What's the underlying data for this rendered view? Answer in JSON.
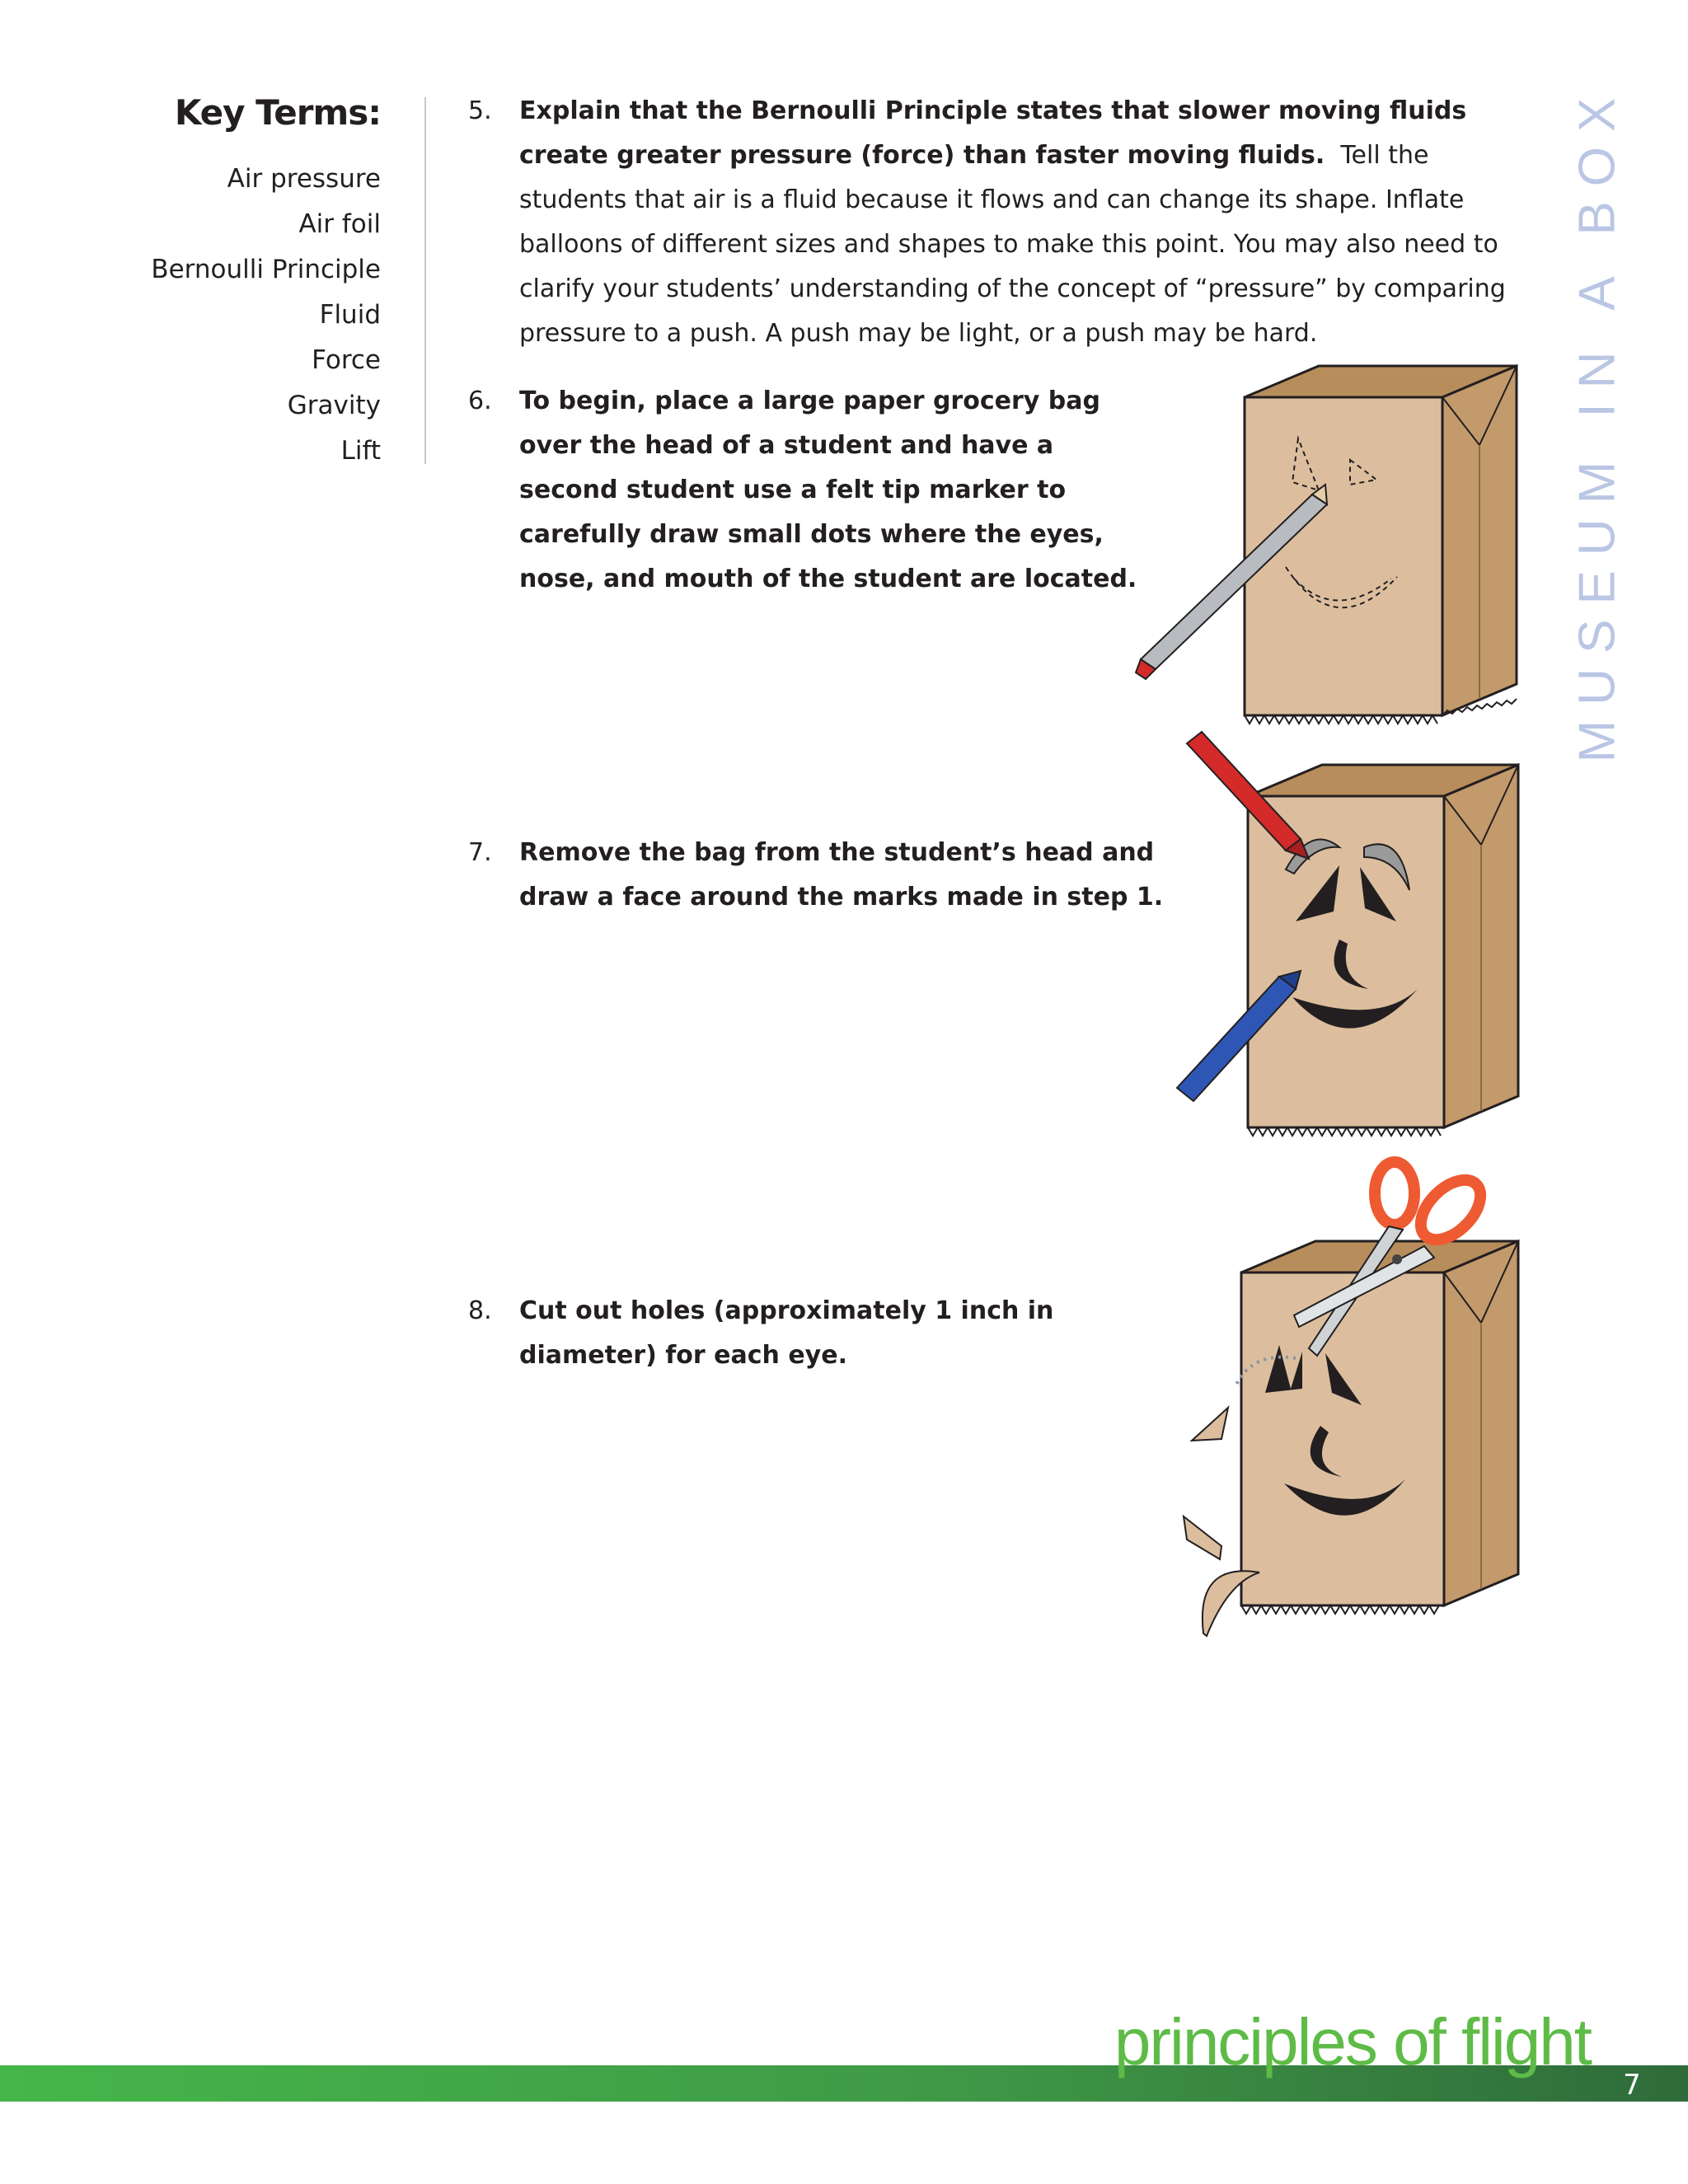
{
  "key_terms": {
    "title": "Key Terms:",
    "items": [
      "Air pressure",
      "Air foil",
      "Bernoulli Principle",
      "Fluid",
      "Force",
      "Gravity",
      "Lift"
    ]
  },
  "steps": [
    {
      "number": "5.",
      "bold": "Explain that the Bernoulli Principle states that slower moving fluids create greater pressure (force) than faster moving fluids.",
      "text": "Tell the students that air is a fluid because it flows and can change its shape. Inflate balloons of different sizes and shapes to make this point. You may also need to clarify your students’ understanding of the concept of “pressure” by comparing pressure to a push.  A push may be light, or a push may be hard."
    },
    {
      "number": "6.",
      "bold": "To begin, place a large paper grocery bag over the head of a student and have a second student use a felt tip marker to carefully draw small dots where the eyes, nose, and mouth of the student are located.",
      "text": ""
    },
    {
      "number": "7.",
      "bold": "Remove the bag from the student’s head and draw a face around the marks made in step 1.",
      "text": ""
    },
    {
      "number": "8.",
      "bold": "Cut out holes (approximately 1 inch in diameter) for each eye.",
      "text": ""
    }
  ],
  "brand_vertical": "MUSEUM IN A BOX",
  "footer": {
    "title": "principles of flight",
    "page_number": "7"
  },
  "colors": {
    "bag": "#dcbe9e",
    "bag_side": "#c39a6b",
    "brand_vertical": "#b9c6e4",
    "footer_title": "#5dbb46",
    "footer_bar": "#3f9a47",
    "crayon_red": "#d42a2a",
    "crayon_blue": "#2e56b5",
    "scissors": "#ee5a32"
  },
  "icons": [
    "pencil-icon",
    "red-crayon-icon",
    "blue-crayon-icon",
    "scissors-icon"
  ]
}
